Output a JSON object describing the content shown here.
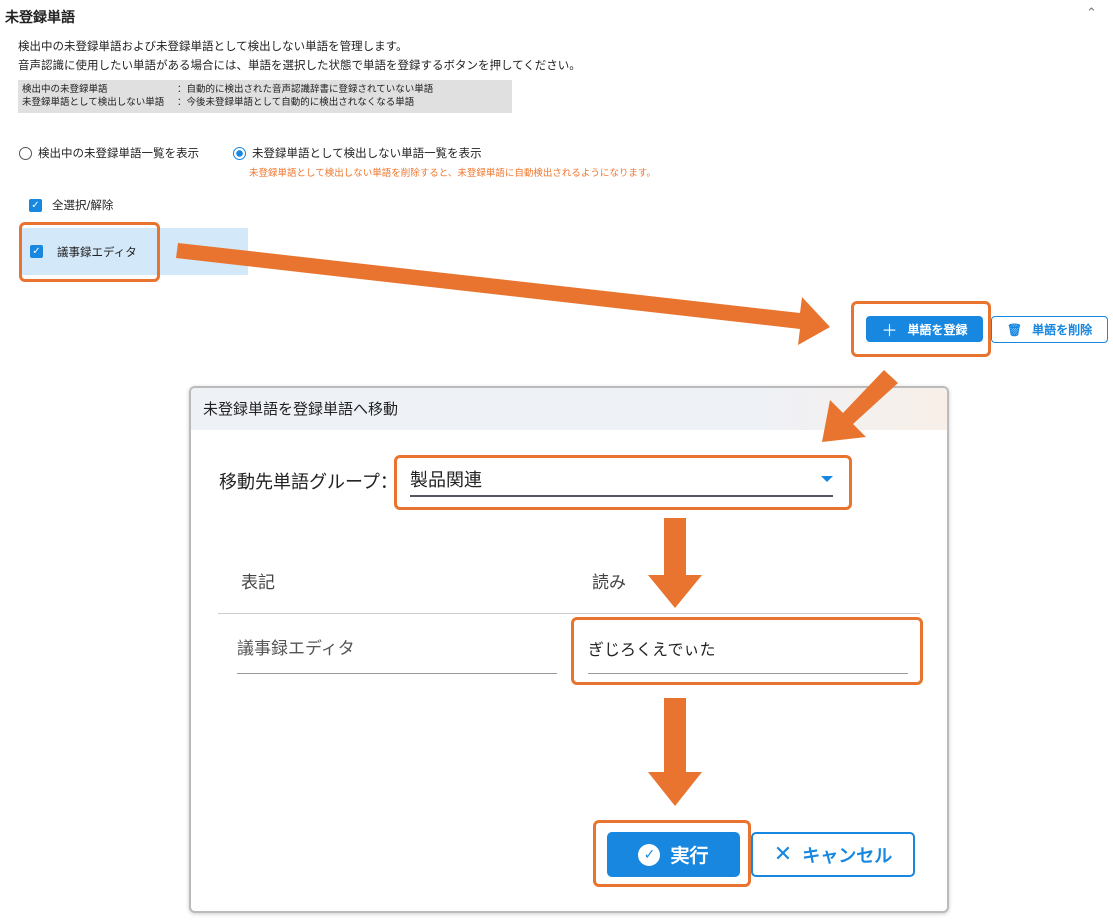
{
  "section": {
    "title": "未登録単語",
    "description": [
      "検出中の未登録単語および未登録単語として検出しない単語を管理します。",
      "音声認識に使用したい単語がある場合には、単語を選択した状態で単語を登録するボタンを押してください。"
    ],
    "legend": [
      {
        "term": "検出中の未登録単語",
        "desc": "：自動的に検出された音声認識辞書に登録されていない単語"
      },
      {
        "term": "未登録単語として検出しない単語",
        "desc": "：今後未登録単語として自動的に検出されなくなる単語"
      }
    ],
    "radio_detecting": "検出中の未登録単語一覧を表示",
    "radio_excluded": "未登録単語として検出しない単語一覧を表示",
    "note": "未登録単語として検出しない単語を削除すると、未登録単語に自動検出されるようになります。",
    "select_all": "全選択/解除",
    "items": [
      "議事録エディタ"
    ],
    "register_label": "単語を登録",
    "delete_label": "単語を削除"
  },
  "dialog": {
    "title": "未登録単語を登録単語へ移動",
    "group_label": "移動先単語グループ：",
    "group_value": "製品関連",
    "col_notation": "表記",
    "col_reading": "読み",
    "row_notation": "議事録エディタ",
    "row_reading": "ぎじろくえでぃた",
    "execute_label": "実行",
    "cancel_label": "キャンセル"
  },
  "colors": {
    "accent": "#1787e0",
    "annotation": "#e8742f",
    "note": "#f07830"
  }
}
